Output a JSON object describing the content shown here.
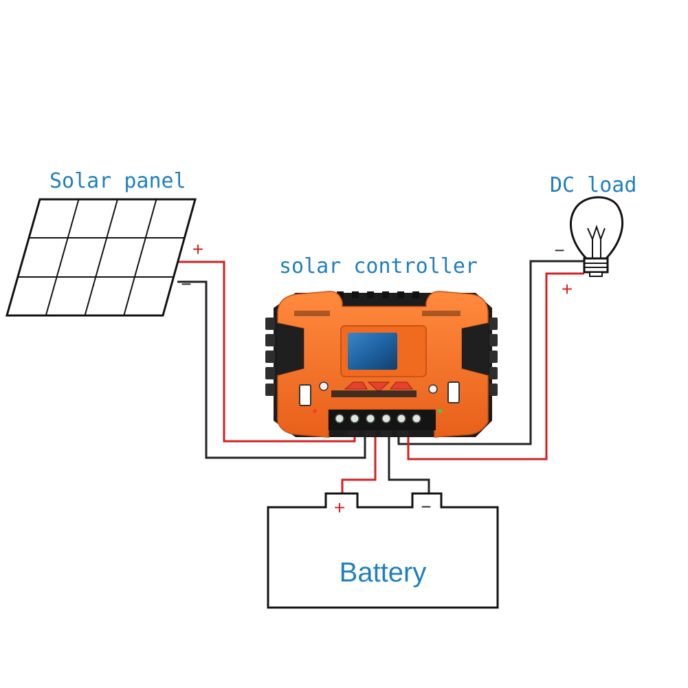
{
  "labels": {
    "solar_panel": "Solar panel",
    "solar_controller": "solar controller",
    "dc_load": "DC load",
    "battery": "Battery"
  },
  "polarity": {
    "panel_plus": "+",
    "panel_minus": "−",
    "load_minus": "−",
    "load_plus": "+",
    "battery_plus": "+",
    "battery_minus": "−"
  },
  "colors": {
    "label_blue": "#1f7fc1",
    "wire_red": "#d32020",
    "wire_black": "#222222",
    "controller_orange": "#f26f22",
    "controller_dark": "#1c1c1c",
    "screen_blue": "#1c5f9e",
    "button_red": "#e5412c"
  }
}
